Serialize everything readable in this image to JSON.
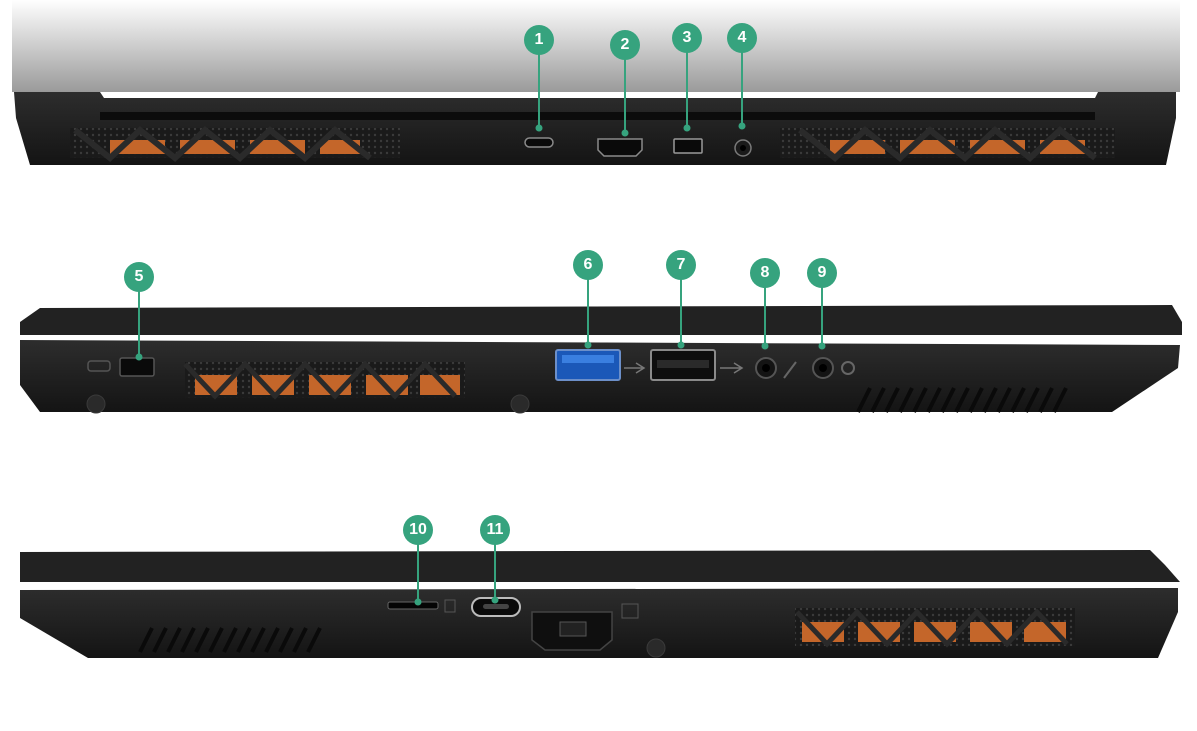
{
  "colors": {
    "callout": "#36a37e",
    "chassis": "#1f1f1f",
    "vent": "#c4662a"
  },
  "callouts": [
    {
      "label": "1",
      "port": "usb-c-port"
    },
    {
      "label": "2",
      "port": "hdmi-port"
    },
    {
      "label": "3",
      "port": "mini-displayport"
    },
    {
      "label": "4",
      "port": "dc-power-jack"
    },
    {
      "label": "5",
      "port": "kensington-lock-slot"
    },
    {
      "label": "6",
      "port": "usb-a-3-port"
    },
    {
      "label": "7",
      "port": "usb-a-port"
    },
    {
      "label": "8",
      "port": "microphone-jack"
    },
    {
      "label": "9",
      "port": "headphone-jack"
    },
    {
      "label": "10",
      "port": "microsd-card-reader"
    },
    {
      "label": "11",
      "port": "usb-c-port-right"
    }
  ]
}
